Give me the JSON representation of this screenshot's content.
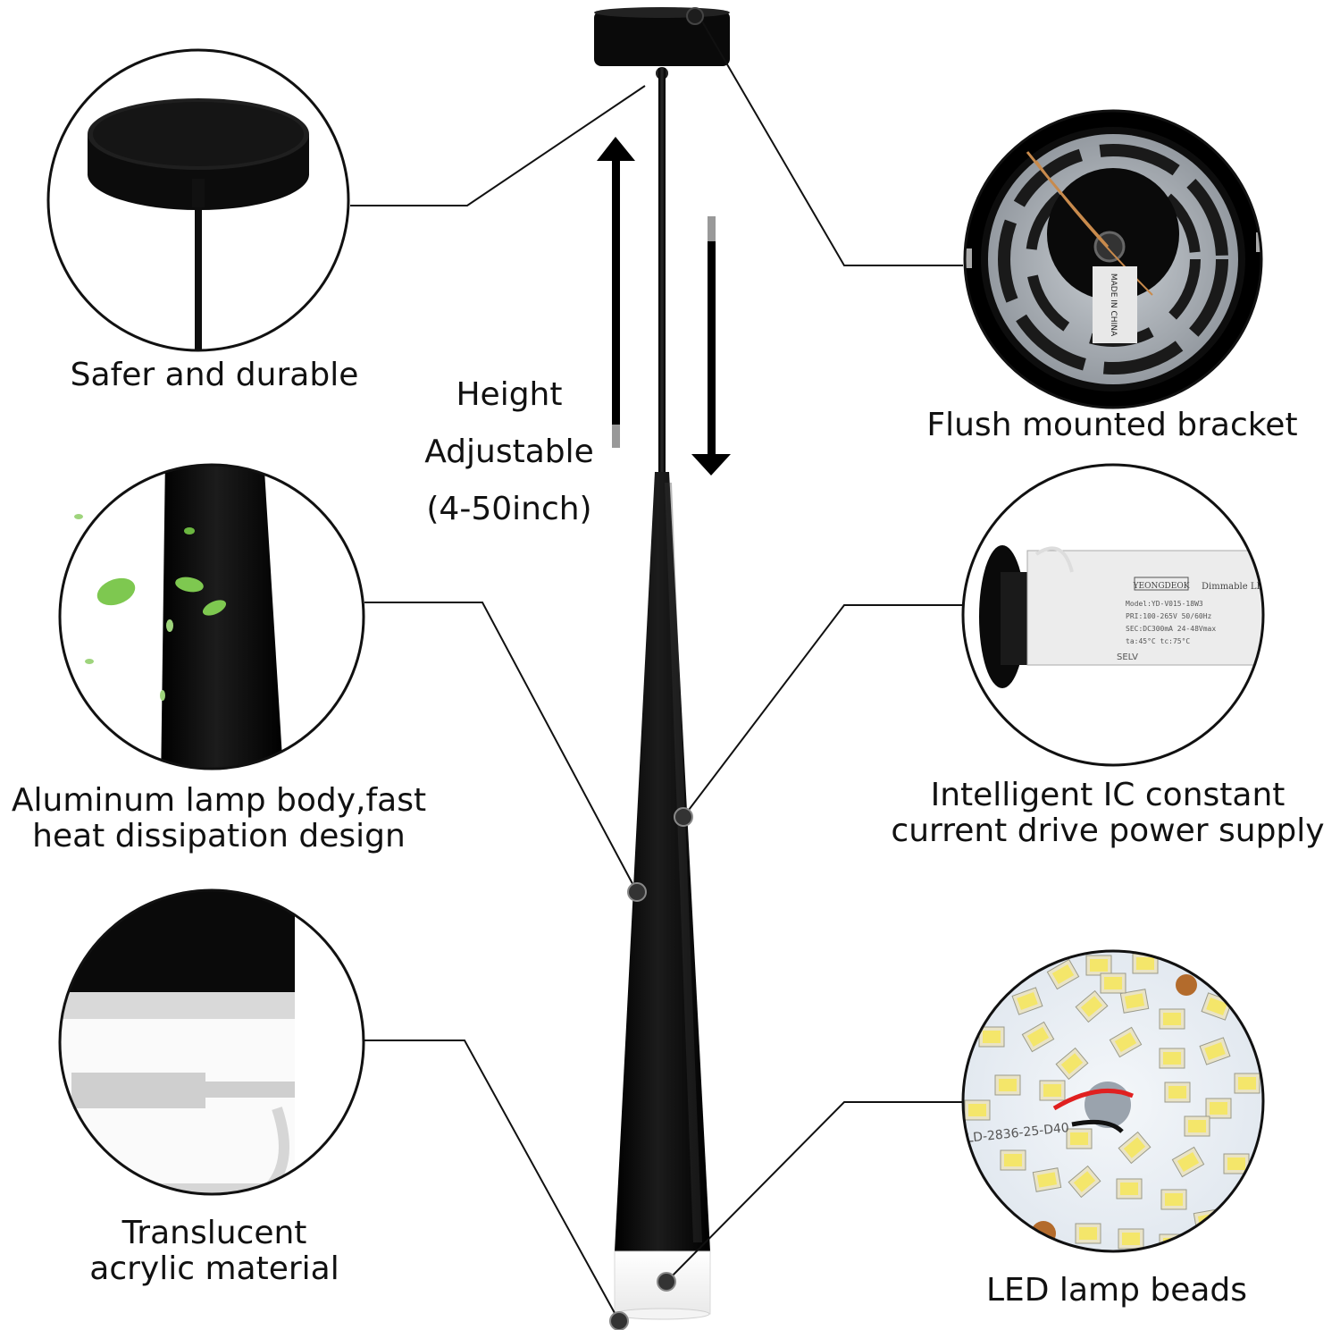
{
  "features": {
    "top_left": {
      "line1": "Safer and durable"
    },
    "top_right": {
      "line1": "Flush mounted bracket"
    },
    "height": {
      "line1": "Height",
      "line2": "Adjustable",
      "line3": "(4-50inch)"
    },
    "mid_left": {
      "line1": "Aluminum lamp body,fast",
      "line2": "heat dissipation design"
    },
    "mid_right": {
      "line1": "Intelligent IC constant",
      "line2": "current drive power supply"
    },
    "bottom_left": {
      "line1": "Translucent",
      "line2": "acrylic material"
    },
    "bottom_right": {
      "line1": "LED lamp beads"
    }
  },
  "driver_label": {
    "brand": "YEONGDEOK",
    "title": "Dimmable LED",
    "line1": "Model:YD-V015-18W3",
    "line2": "PRI:100-265V 50/60Hz",
    "line3": "SEC:DC300mA 24-48Vmax",
    "line4": "ta:45°C  tc:75°C",
    "mark": "SELV"
  },
  "board_label": "LD-2836-25-D40",
  "bracket_label": "MADE IN CHINA",
  "colors": {
    "background": "#ffffff",
    "lamp": "#0b0b0b",
    "text": "#111111",
    "leaf": "#7ec850"
  }
}
